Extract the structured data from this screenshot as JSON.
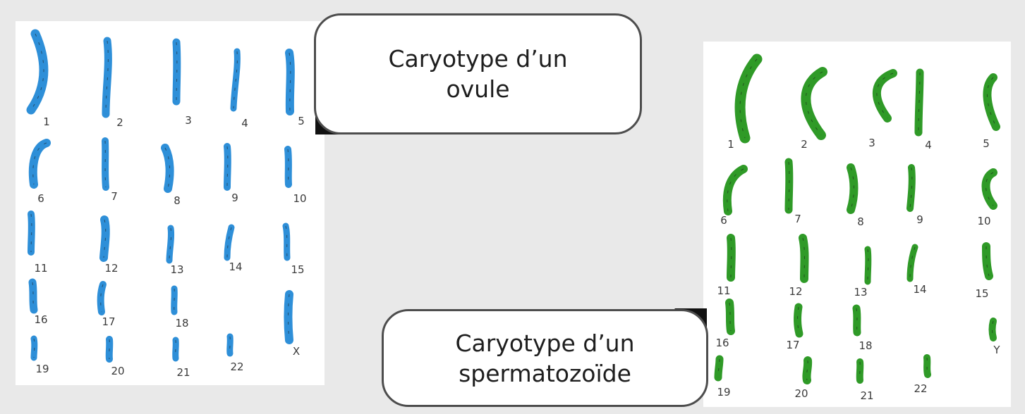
{
  "ovule_karyotype": {
    "caption_line1": "Caryotype d’un",
    "caption_line2": "ovule",
    "chromosome_color": "#2e8fd8",
    "labels": [
      "1",
      "2",
      "3",
      "4",
      "5",
      "6",
      "7",
      "8",
      "9",
      "10",
      "11",
      "12",
      "13",
      "14",
      "15",
      "16",
      "17",
      "18",
      "X",
      "19",
      "20",
      "21",
      "22"
    ]
  },
  "spermatozoid_karyotype": {
    "caption_line1": "Caryotype d’un",
    "caption_line2": "spermatozoïde",
    "chromosome_color": "#2f9a27",
    "labels": [
      "1",
      "2",
      "3",
      "4",
      "5",
      "6",
      "7",
      "8",
      "9",
      "10",
      "11",
      "12",
      "13",
      "14",
      "15",
      "16",
      "17",
      "18",
      "Y",
      "19",
      "20",
      "21",
      "22"
    ]
  },
  "colors": {
    "background": "#e9e9e9",
    "panel": "#ffffff",
    "bubble_border": "#4d4d4d",
    "label_text": "#3a3a3a"
  }
}
